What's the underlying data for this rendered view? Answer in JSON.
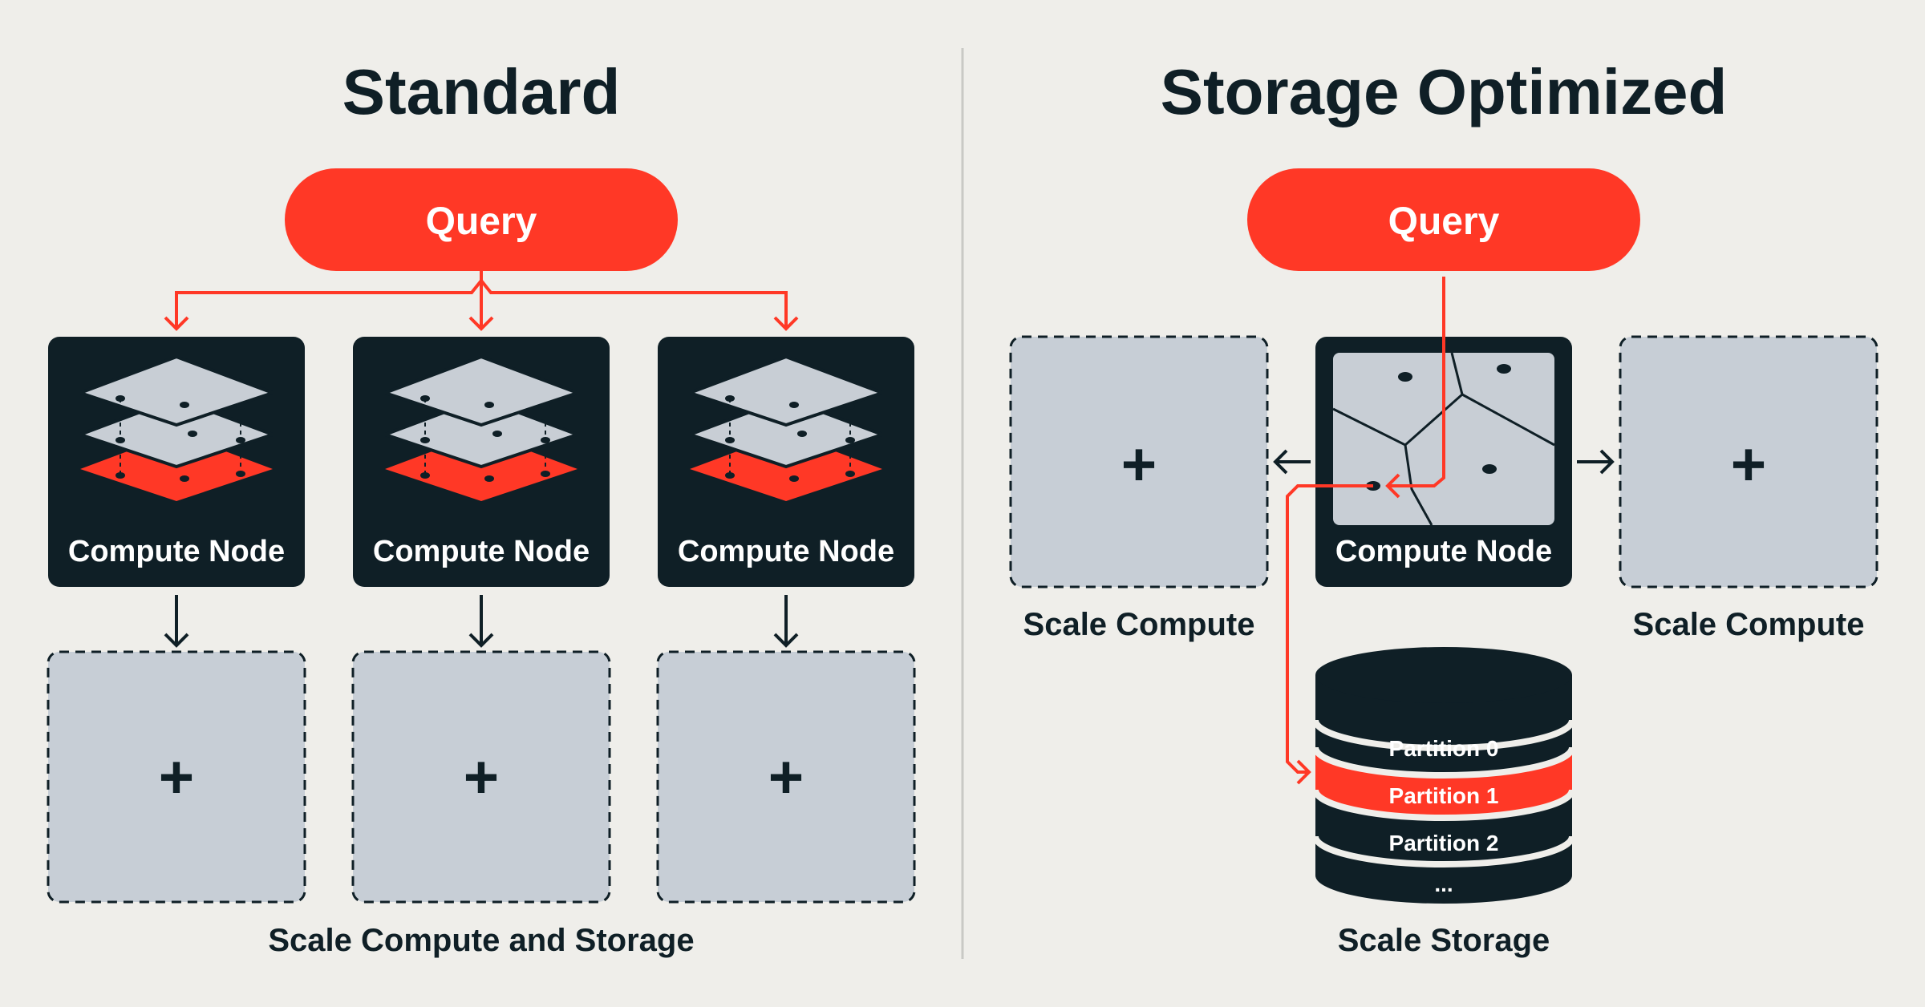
{
  "colors": {
    "background": "#efeeea",
    "dark": "#0f1f26",
    "accent": "#ff3826",
    "placeholder": "#c7ced6",
    "plane": "#c8ced5",
    "divider": "#c9c9c5",
    "white": "#ffffff"
  },
  "standard": {
    "title": "Standard",
    "query_label": "Query",
    "node_label": "Compute Node",
    "scale_symbol": "+",
    "caption": "Scale Compute and Storage"
  },
  "storage_optimized": {
    "title": "Storage Optimized",
    "query_label": "Query",
    "node_label": "Compute Node",
    "scale_symbol": "+",
    "scale_compute_label": "Scale Compute",
    "caption": "Scale Storage",
    "partitions": [
      {
        "label": "Partition 0",
        "highlighted": false
      },
      {
        "label": "Partition 1",
        "highlighted": true
      },
      {
        "label": "Partition 2",
        "highlighted": false
      },
      {
        "label": "...",
        "highlighted": false
      }
    ]
  }
}
